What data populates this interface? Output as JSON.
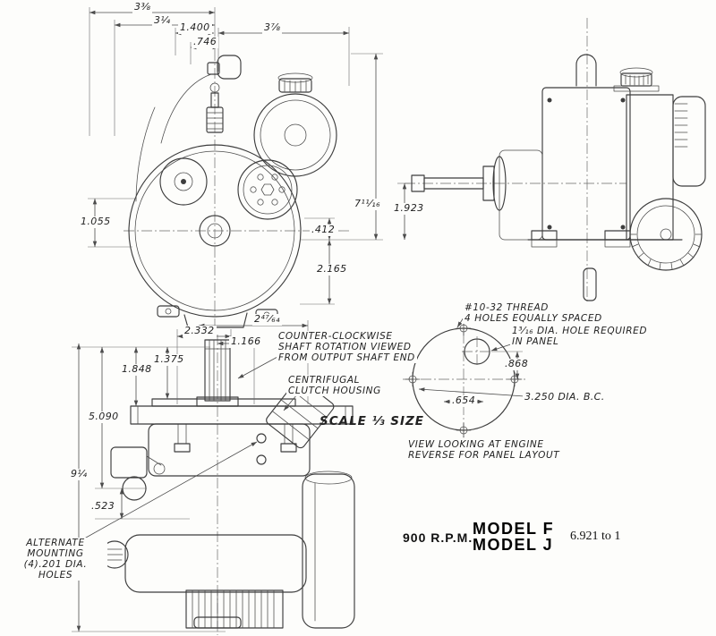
{
  "front_view": {
    "dims": {
      "overall_width": "3⅜",
      "inner_width": "3¼",
      "elbow_offset": "1.400",
      "carb_offset": ".746",
      "right_width": "3⅞",
      "overall_height": "7¹¹⁄₁₆",
      "left_height": "1.055",
      "mount_rise": ".412",
      "base_height": "2.165"
    }
  },
  "side_view": {
    "dims": {
      "shaft_height": "1.923"
    }
  },
  "bottom_view": {
    "dims": {
      "flange_span": "2.332",
      "overall_span": "2⁴⁷⁄₆₄",
      "half_span": "1.166",
      "shaft_drop_1": "1.375",
      "shaft_drop_2": "1.848",
      "body_depth": "5.090",
      "overall_depth": "9¼",
      "mount_drop": ".523"
    },
    "notes": {
      "rotation": "COUNTER-CLOCKWISE\nSHAFT ROTATION VIEWED\nFROM OUTPUT SHAFT END",
      "clutch": "CENTRIFUGAL\nCLUTCH HOUSING",
      "alternate_mounting": "ALTERNATE\nMOUNTING\n(4).201 DIA. HOLES"
    }
  },
  "panel_view": {
    "dims": {
      "hole_rise": ".868",
      "hole_offset": ".654",
      "bolt_circle": "3.250 DIA. B.C."
    },
    "notes": {
      "thread": "#10-32 THREAD\n4 HOLES EQUALLY SPACED",
      "panel_hole": "1³⁄₁₆ DIA. HOLE REQUIRED\nIN PANEL",
      "view_note": "VIEW LOOKING AT ENGINE\nREVERSE FOR PANEL LAYOUT"
    }
  },
  "scale_note": "SCALE ⅓ SIZE",
  "footer": {
    "rpm": "900 R.P.M.",
    "model_f": "MODEL F",
    "model_j": "MODEL J",
    "ratio": "6.921 to 1"
  }
}
